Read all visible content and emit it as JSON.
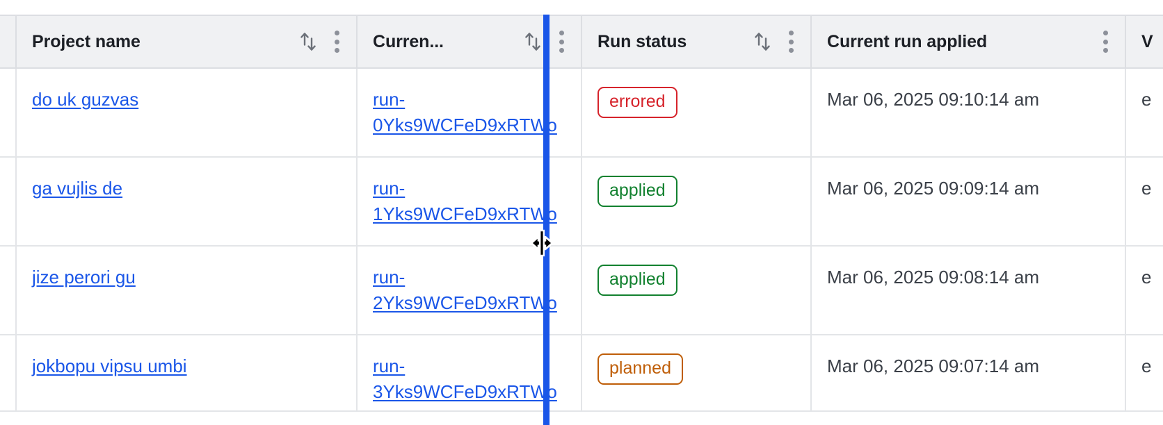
{
  "table": {
    "columns": [
      {
        "id": "gutter",
        "label": "",
        "has_sort": false,
        "has_menu": false,
        "truncated": false
      },
      {
        "id": "name",
        "label": "Project name",
        "has_sort": true,
        "has_menu": true,
        "truncated": false
      },
      {
        "id": "run",
        "label": "Curren...",
        "has_sort": true,
        "has_menu": true,
        "truncated": true
      },
      {
        "id": "status",
        "label": "Run status",
        "has_sort": true,
        "has_menu": true,
        "truncated": false
      },
      {
        "id": "applied",
        "label": "Current run applied",
        "has_sort": false,
        "has_menu": true,
        "truncated": false
      },
      {
        "id": "last",
        "label": "V",
        "has_sort": false,
        "has_menu": false,
        "truncated": true
      }
    ],
    "rows": [
      {
        "project_name": "do uk guzvas",
        "current_run": "run-0Yks9WCFeD9xRTWo",
        "run_status": "errored",
        "run_status_color": "#d6232b",
        "current_run_applied": "Mar 06, 2025 09:10:14 am",
        "last_partial": "e"
      },
      {
        "project_name": "ga vujlis de",
        "current_run": "run-1Yks9WCFeD9xRTWo",
        "run_status": "applied",
        "run_status_color": "#12812f",
        "current_run_applied": "Mar 06, 2025 09:09:14 am",
        "last_partial": "e"
      },
      {
        "project_name": "jize perori gu",
        "current_run": "run-2Yks9WCFeD9xRTWo",
        "run_status": "applied",
        "run_status_color": "#12812f",
        "current_run_applied": "Mar 06, 2025 09:08:14 am",
        "last_partial": "e"
      },
      {
        "project_name": "jokbopu vipsu umbi",
        "current_run": "run-3Yks9WCFeD9xRTWo",
        "run_status": "planned",
        "run_status_color": "#bf5e08",
        "current_run_applied": "Mar 06, 2025 09:07:14 am",
        "last_partial": "e"
      }
    ]
  },
  "interaction": {
    "resize_indicator_color": "#1a56e8",
    "cursor": "col-resize",
    "resizing_column": "Curren..."
  },
  "icons": {
    "sort": "sort-ascending-descending-icon",
    "menu": "kebab-menu-icon",
    "cursor": "column-resize-cursor"
  },
  "colors": {
    "link": "#1a56e8",
    "header_bg": "#f0f1f3",
    "border": "#dcdee2",
    "row_border": "#e3e5e8",
    "text": "#2c3038",
    "accent": "#1a56e8"
  }
}
